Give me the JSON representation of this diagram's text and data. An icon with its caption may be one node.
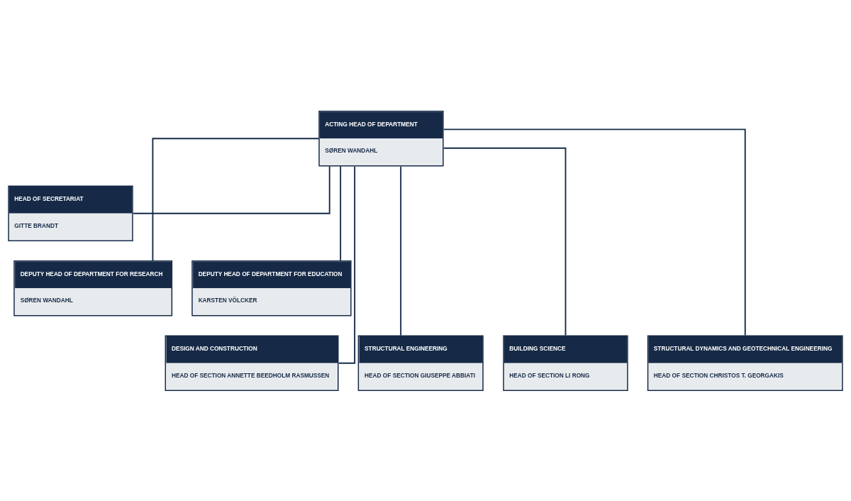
{
  "diagram": {
    "nodes": [
      {
        "text": [
          "ACTING HEAD OF DEPARTMENT",
          "SØREN WANDAHL"
        ]
      },
      {
        "text": [
          "HEAD OF SECRETARIAT",
          "GITTE BRANDT"
        ]
      },
      {
        "text": [
          "DEPUTY HEAD OF DEPARTMENT FOR RESEARCH",
          "SØREN WANDAHL"
        ]
      },
      {
        "text": [
          "DEPUTY HEAD OF DEPARTMENT FOR EDUCATION",
          "KARSTEN VÖLCKER"
        ]
      },
      {
        "text": [
          "DESIGN AND CONSTRUCTION",
          "HEAD OF SECTION ANNETTE BEEDHOLM RASMUSSEN"
        ]
      },
      {
        "text": [
          "STRUCTURAL ENGINEERING",
          "HEAD OF SECTION GIUSEPPE ABBIATI"
        ]
      },
      {
        "text": [
          "BUILDING SCIENCE",
          "HEAD OF SECTION LI RONG"
        ]
      },
      {
        "text": [
          "STRUCTURAL DYNAMICS AND GEOTECHNICAL ENGINEERING",
          "HEAD OF SECTION CHRISTOS T. GEORGAKIS"
        ]
      }
    ],
    "edges": [
      {
        "from": 0,
        "to": 1,
        "arrow": "none"
      },
      {
        "from": 0,
        "to": 2,
        "arrow": "none"
      },
      {
        "from": 0,
        "to": 3,
        "arrow": "none"
      },
      {
        "from": 0,
        "to": 4,
        "arrow": "none"
      },
      {
        "from": 0,
        "to": 5,
        "arrow": "none"
      },
      {
        "from": 0,
        "to": 6,
        "arrow": "none"
      },
      {
        "from": 0,
        "to": 7,
        "arrow": "none"
      }
    ]
  }
}
